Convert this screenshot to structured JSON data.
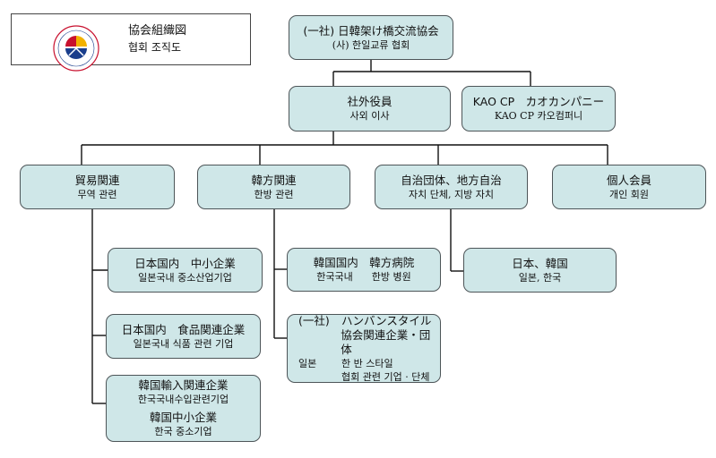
{
  "title": {
    "jp": "協会組織図",
    "kr": "협회 조직도"
  },
  "logo": {
    "colors": [
      "#c8102e",
      "#f2b200",
      "#1a3e8c"
    ],
    "icon": "association-logo"
  },
  "nodes": {
    "root": {
      "jp": "(一社) 日韓架け橋交流協会",
      "kr": "(사) 한일교류 협회"
    },
    "board": {
      "jp": "社外役員",
      "kr": "사외 이사"
    },
    "kao": {
      "jp": "KAO CP　カオカンパニー",
      "kr": "KAO CP 카오컴퍼니"
    },
    "trade": {
      "jp": "貿易関連",
      "kr": "무역 관련"
    },
    "hanbang": {
      "jp": "韓方関連",
      "kr": "한방 관련"
    },
    "local": {
      "jp": "自治団体、地方自治",
      "kr": "자치 단체, 지방 자치"
    },
    "individual": {
      "jp": "個人会員",
      "kr": "개인 회원"
    },
    "trade_sme": {
      "jp": "日本国内　中小企業",
      "kr": "일본국내  중소산업기업"
    },
    "trade_food": {
      "jp": "日本国内　食品関連企業",
      "kr": "일본국내  식품 관련 기업"
    },
    "trade_korea": {
      "jp1": "韓国輸入関連企業",
      "kr1": "한국국내수입관련기업",
      "jp2": "韓国中小企業",
      "kr2": "한국 중소기업"
    },
    "hanbang_hospital": {
      "jp": "韓国国内　韓方病院",
      "kr": "한국국내      한방 병원"
    },
    "hanbang_style": {
      "jp_a": "(一社)",
      "jp_b": "ハンバンスタイル",
      "jp_c": "協会関連企業・団体",
      "kr_a": "일본",
      "kr_b": "한 반 스타일",
      "kr_c": "협회 관련 기업 · 단체"
    },
    "local_countries": {
      "jp": "日本、韓国",
      "kr": "일본, 한국"
    }
  }
}
